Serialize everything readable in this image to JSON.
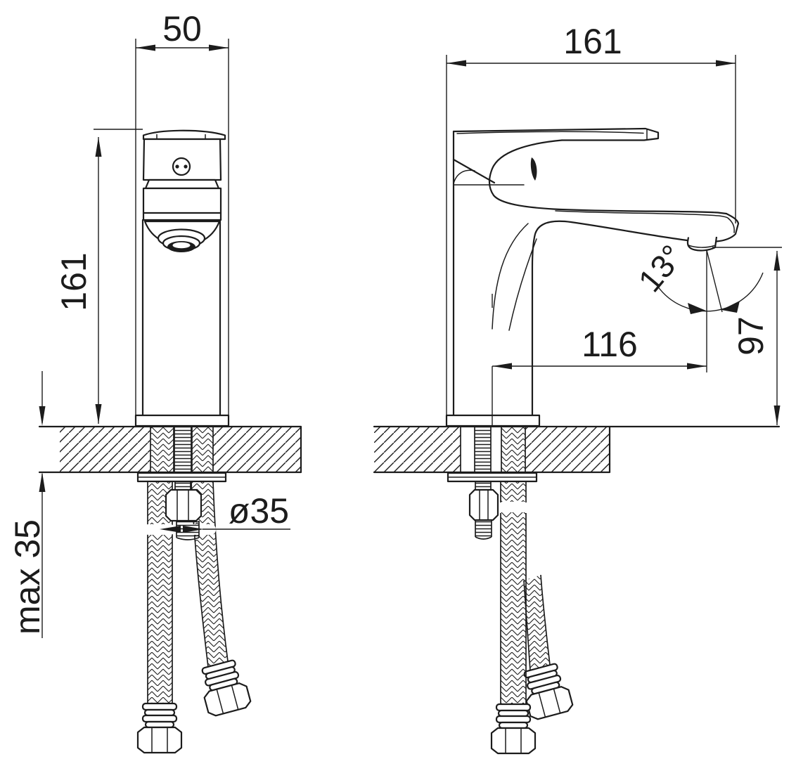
{
  "drawing": {
    "title": "Single-lever basin mixer installation drawing, front and side views",
    "colors": {
      "line": "#1c1c1c",
      "background": "#ffffff"
    },
    "dimensions": {
      "front_width": {
        "value": "50"
      },
      "front_height": {
        "value": "161"
      },
      "max_counter_thickness": {
        "value": "max 35"
      },
      "mounting_hole_diameter": {
        "value": "ø35"
      },
      "side_length": {
        "value": "161"
      },
      "spout_angle": {
        "value": "13°"
      },
      "spout_reach": {
        "value": "116"
      },
      "spout_height": {
        "value": "97"
      }
    }
  }
}
